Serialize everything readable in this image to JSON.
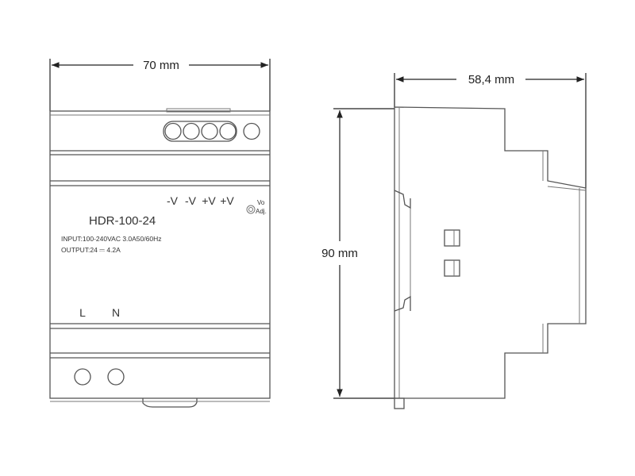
{
  "dimensions": {
    "width_front": "70 mm",
    "depth_side": "58,4 mm",
    "height": "90 mm"
  },
  "device": {
    "model": "HDR-100-24",
    "input_spec": "INPUT:100-240VAC 3.0A50/60Hz",
    "output_spec": "OUTPUT:24 ⎓ 4.2A"
  },
  "terminals": {
    "output_labels": [
      "-V",
      "-V",
      "+V",
      "+V"
    ],
    "adjust_label_line1": "Vo",
    "adjust_label_line2": "Adj.",
    "input_labels": [
      "L",
      "N"
    ]
  },
  "colors": {
    "line": "#555555",
    "dimension": "#222222",
    "background": "#ffffff"
  }
}
